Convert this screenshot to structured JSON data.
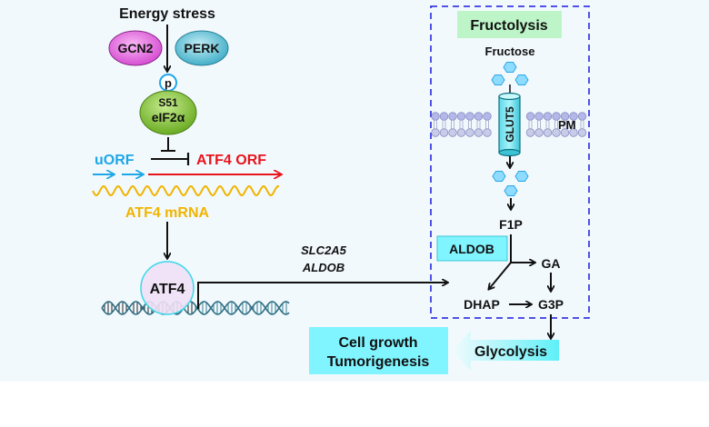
{
  "diagram": {
    "title_stress": "Energy stress",
    "kinases": [
      {
        "label": "GCN2",
        "color": "#e46fe0"
      },
      {
        "label": "PERK",
        "color": "#5fc3d8"
      }
    ],
    "phospho_label": "p",
    "eif2a": {
      "site": "S51",
      "label": "eIF2α",
      "color": "#8fcc3d"
    },
    "uorf_label": "uORF",
    "atf4_orf_label": "ATF4 ORF",
    "mrna_label": "ATF4 mRNA",
    "atf4_protein_label": "ATF4",
    "target_genes": [
      "SLC2A5",
      "ALDOB"
    ],
    "fructolysis": {
      "title": "Fructolysis",
      "substrate": "Fructose",
      "transporter": "GLUT5",
      "membrane_label": "PM",
      "enzyme": "ALDOB",
      "metabolites": {
        "f1p": "F1P",
        "ga": "GA",
        "dhap": "DHAP",
        "g3p": "G3P"
      }
    },
    "glycolysis_label": "Glycolysis",
    "outcome": [
      "Cell growth",
      "Tumorigenesis"
    ],
    "colors": {
      "uorf": "#1ea7e8",
      "atf4_orf": "#e8141c",
      "mrna": "#f0b400",
      "dashed_box": "#1a1adc",
      "fructolysis_bg": "#bdf5c8",
      "cyan_box": "#80f4ff",
      "atf4_circle": "#efe0f6"
    }
  }
}
